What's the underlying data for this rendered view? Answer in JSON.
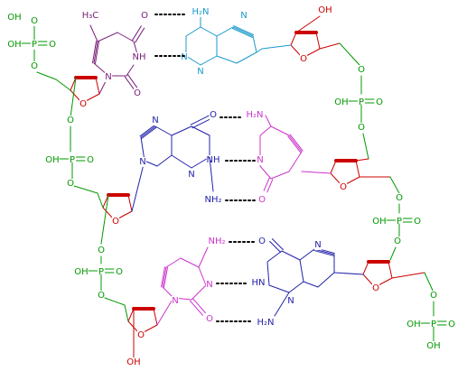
{
  "colors": {
    "phosphate": "#009900",
    "sugar": "#cc0000",
    "thymine": "#7a207a",
    "cytosine": "#cc33cc",
    "guanine": "#2222aa",
    "adenine": "#1a99cc",
    "hbond": "#000000"
  },
  "atoms": {
    "OH": "OH",
    "O": "O",
    "P": "P",
    "N": "N",
    "NH": "NH",
    "NH2": "NH₂",
    "H2N": "H₂N",
    "HN": "HN"
  }
}
